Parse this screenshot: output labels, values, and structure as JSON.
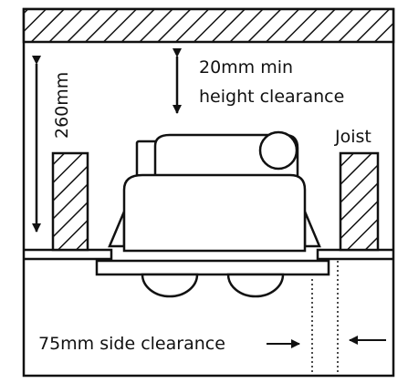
{
  "labels": {
    "height_dim": "260mm",
    "min_clearance_line1": "20mm min",
    "min_clearance_line2": "height clearance",
    "joist": "Joist",
    "side_clearance": "75mm side clearance"
  },
  "colors": {
    "stroke": "#111111",
    "background": "#ffffff"
  }
}
